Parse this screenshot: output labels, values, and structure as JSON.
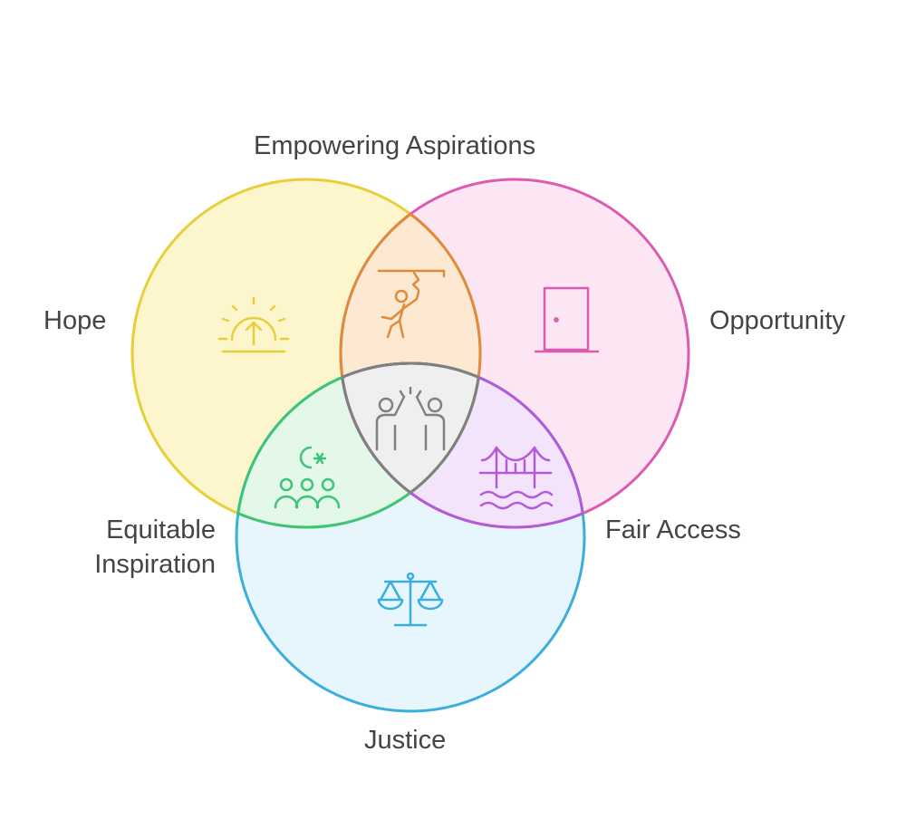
{
  "diagram": {
    "type": "venn",
    "sets": [
      {
        "id": "hope",
        "label": "Hope",
        "icon": "sunrise-icon",
        "color": "#e8cf3a",
        "fill": "#fdf6cc"
      },
      {
        "id": "opportunity",
        "label": "Opportunity",
        "icon": "door-icon",
        "color": "#dc5bb0",
        "fill": "#fde6f3"
      },
      {
        "id": "justice",
        "label": "Justice",
        "icon": "scales-icon",
        "color": "#3aaedc",
        "fill": "#e6f6fc"
      }
    ],
    "intersections": [
      {
        "sets": [
          "hope",
          "opportunity"
        ],
        "label": "Empowering Aspirations",
        "icon": "climber-icon",
        "color": "#e08a3c",
        "fill": "#fde8d2"
      },
      {
        "sets": [
          "hope",
          "justice"
        ],
        "label_lines": [
          "Equitable",
          "Inspiration"
        ],
        "icon": "community-icon",
        "color": "#3ec47a",
        "fill": "#e3f8e8"
      },
      {
        "sets": [
          "opportunity",
          "justice"
        ],
        "label": "Fair Access",
        "icon": "bridge-icon",
        "color": "#b45ad8",
        "fill": "#f4e4fb"
      },
      {
        "sets": [
          "hope",
          "opportunity",
          "justice"
        ],
        "icon": "high-five-icon",
        "color": "#808080",
        "fill": "#efefef"
      }
    ]
  }
}
